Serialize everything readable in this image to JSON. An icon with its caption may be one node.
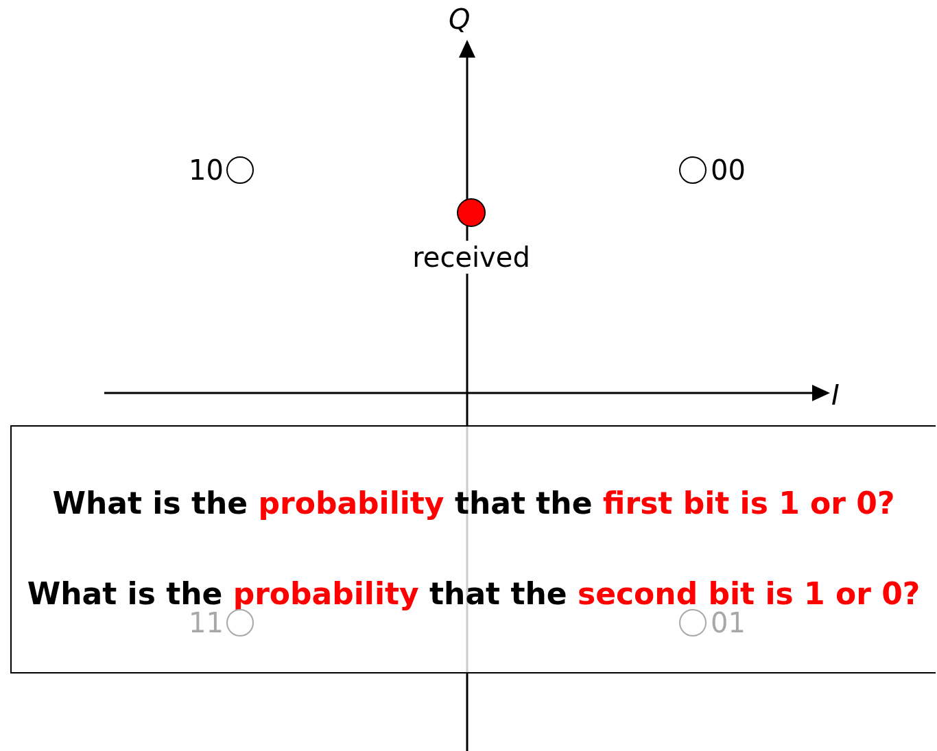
{
  "diagram": {
    "nodes": [
      {
        "text": [],
        "shape": "circle",
        "beside": [
          "10"
        ]
      },
      {
        "text": [],
        "shape": "circle",
        "beside": [
          "00"
        ]
      },
      {
        "text": [],
        "shape": "circle",
        "beside": [
          "received"
        ]
      },
      {
        "text": [
          "What is the **probability** that the **first bit is 1 or 0?**",
          "What is the **probability** that the **second bit is 1 or 0?**"
        ]
      },
      {
        "text": [],
        "shape": "circle",
        "beside": [
          "11"
        ],
        "in": 3
      },
      {
        "text": [],
        "shape": "circle",
        "beside": [
          "01"
        ],
        "in": 3
      }
    ],
    "labels": [
      "Q",
      "I"
    ]
  }
}
